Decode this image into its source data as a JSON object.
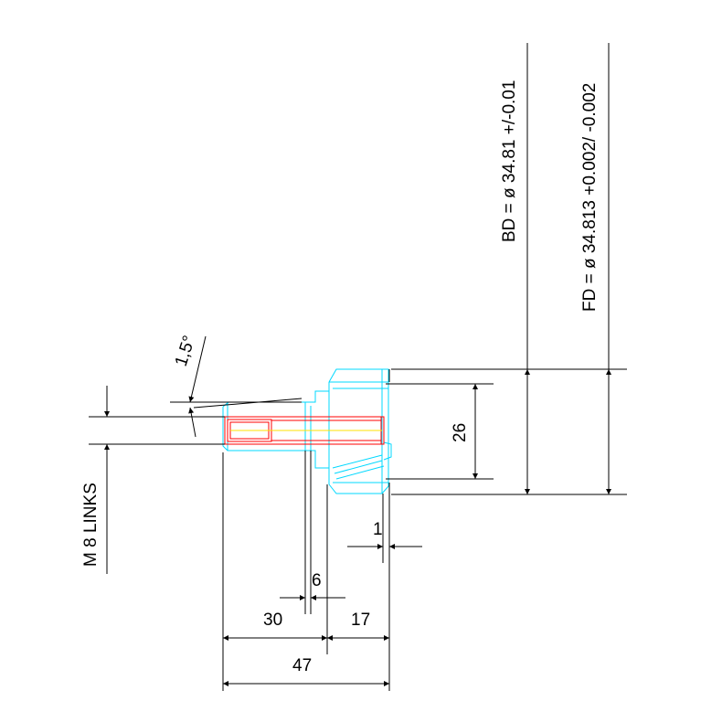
{
  "colors": {
    "dimension": "#000000",
    "part_outline": "#00d8ff",
    "bore": "#ff0000",
    "axis": "#ffe000"
  },
  "dimensions": {
    "bd": "BD = ø  34.81  +/-0.01",
    "fd": "FD = ø  34.813 +0.002/ -0.002",
    "angle": "1,5°",
    "thread": "M 8 LINKS",
    "height": "26",
    "offset": "1",
    "neck": "6",
    "shank": "30",
    "head": "17",
    "total": "47"
  }
}
